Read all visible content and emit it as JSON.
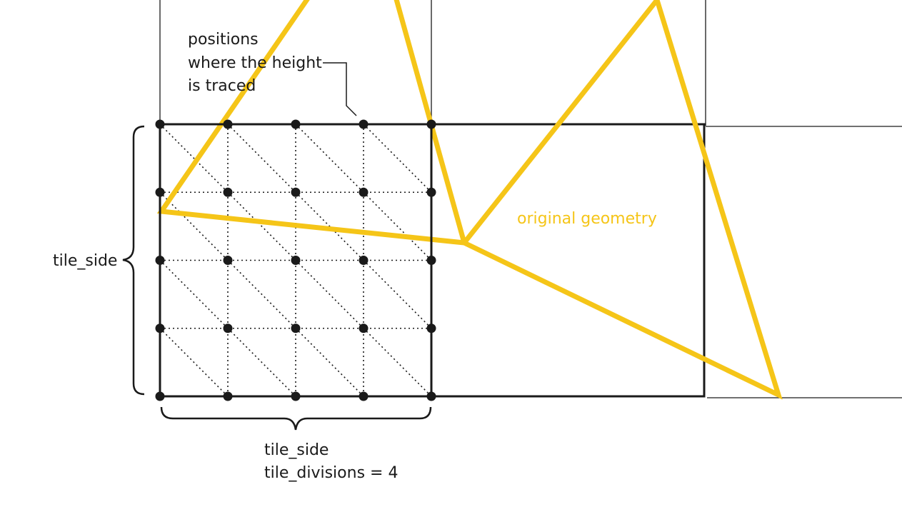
{
  "labels": {
    "positions_line1": "positions",
    "positions_line2": "where the height",
    "positions_line3": "is traced",
    "original_geometry": "original geometry",
    "tile_side_left": "tile_side",
    "tile_side_bottom": "tile_side",
    "tile_divisions": "tile_divisions = 4"
  },
  "grid": {
    "divisions": 4
  },
  "colors": {
    "geometry": "#f5c518",
    "ink": "#1a1a1a"
  }
}
